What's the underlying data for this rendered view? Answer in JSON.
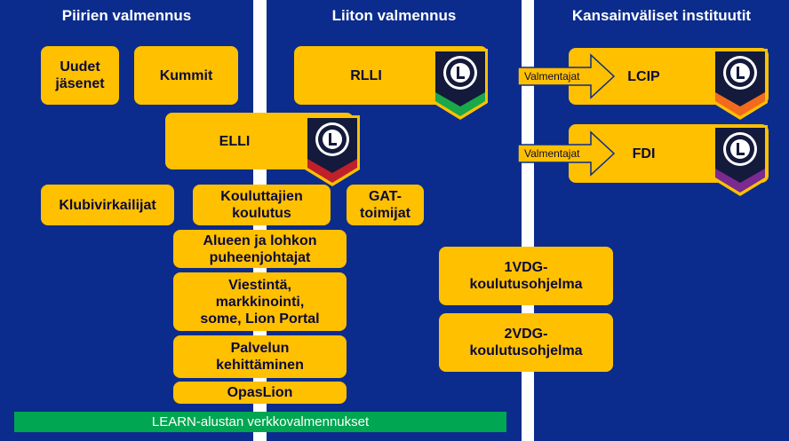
{
  "columns": {
    "district": "Piirien valmennus",
    "federation": "Liiton valmennus",
    "international": "Kansainväliset instituutit"
  },
  "district_boxes": {
    "uudet": "Uudet\njäsenet",
    "kummit": "Kummit",
    "elli": "ELLI",
    "klubivirkailijat": "Klubivirkailijat",
    "kouluttajien": "Kouluttajien\nkoulutus",
    "gat": "GAT-\ntoimijat",
    "alueen": "Alueen ja lohkon\npuheenjohtajat",
    "viestinta": "Viestintä,\nmarkkinointi,\nsome, Lion Portal",
    "palvelun": "Palvelun\nkehittäminen",
    "opaslion": "OpasLion"
  },
  "federation_boxes": {
    "rlli": "RLLI",
    "vdg1": "1VDG-\nkoulutusohjelma",
    "vdg2": "2VDG-\nkoulutusohjelma"
  },
  "international_boxes": {
    "lcip": "LCIP",
    "fdi": "FDI"
  },
  "arrow_label": "Valmentajat",
  "learn_bar": "LEARN-alustan verkkovalmennukset",
  "badge_colors": {
    "elli": "#c0202a",
    "rlli": "#1aa84a",
    "lcip": "#f26b1d",
    "fdi": "#7a2a90"
  }
}
